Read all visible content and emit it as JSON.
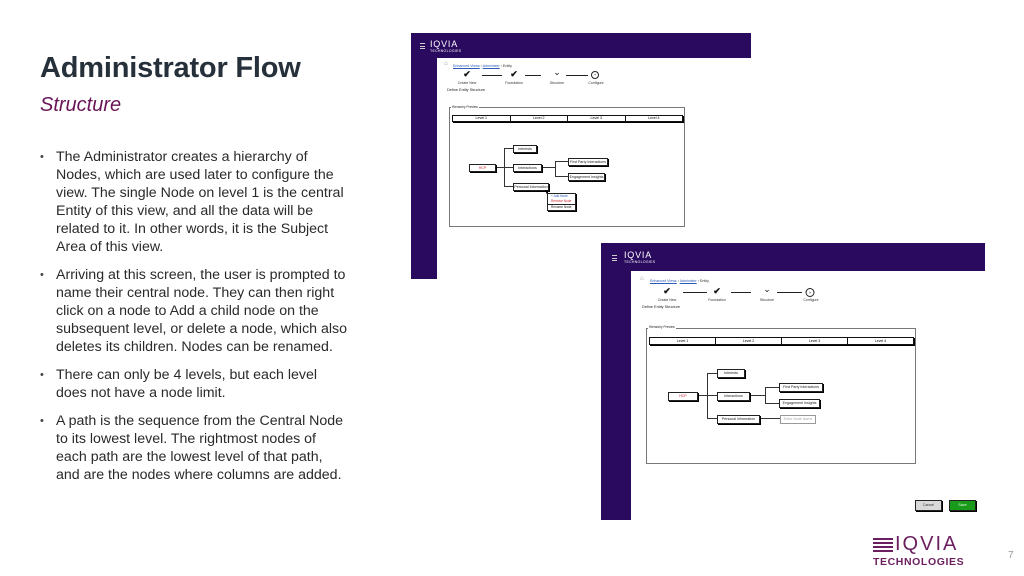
{
  "slide": {
    "title": "Administrator Flow",
    "subtitle": "Structure",
    "bullets": [
      "The Administrator creates a hierarchy of Nodes, which are used later to configure the view. The single Node on level 1 is the central Entity of this view, and all the data will be related to it. In other words, it is the Subject Area of this view.",
      "Arriving at this screen, the user is prompted to name their central node. They can then right click on a node to Add a child node on the subsequent level, or delete a node, which also deletes its children. Nodes can be renamed.",
      "There can only be 4 levels, but each level does not have a node limit.",
      "A path is the sequence from the Central Node to its lowest level. The rightmost nodes of each path are the lowest level of that path, and are the nodes where columns are added."
    ],
    "bullet_glyph": "•",
    "page_number": "7",
    "brand": {
      "name": "IQVIA",
      "tagline": "TECHNOLOGIES",
      "color": "#6b1f5e"
    }
  },
  "mockup": {
    "brand_name": "IQVIA",
    "brand_tagline": "TECHNOLOGIES",
    "menu_icon": "hamburger-icon",
    "home_icon": "⌂",
    "breadcrumb": [
      "Enhanced Views",
      "Administer",
      "Entity"
    ],
    "breadcrumb_sep": "›",
    "steps": [
      {
        "label": "Create New",
        "state": "done",
        "glyph": "✔"
      },
      {
        "label": "Foundation",
        "state": "done",
        "glyph": "✔"
      },
      {
        "label": "Structure",
        "state": "current",
        "glyph": "⌄"
      },
      {
        "label": "Configure",
        "state": "todo",
        "glyph": "+"
      }
    ],
    "section_title": "Define Entity Structure",
    "preview_label": "Hierarchy Preview",
    "levels": [
      "Level 1",
      "Level 2",
      "Level 3",
      "Level 4"
    ],
    "nodes": {
      "root": "HCP",
      "interests": "Interests",
      "interactions": "Interactions",
      "personal": "Personal Information",
      "first_party": "First Party Interactions",
      "engagement": "Engagement Insights",
      "new_node": "Enter Node Name"
    },
    "context_menu": [
      "+ Add Node",
      "Remove Node",
      "Rename Node"
    ],
    "buttons": {
      "cancel": "Cancel",
      "save": "Save"
    },
    "colors": {
      "header": "#2a0a5e",
      "root_node_text": "#d0242a",
      "save": "#1a9a1a",
      "link": "#2b5bb5"
    }
  }
}
